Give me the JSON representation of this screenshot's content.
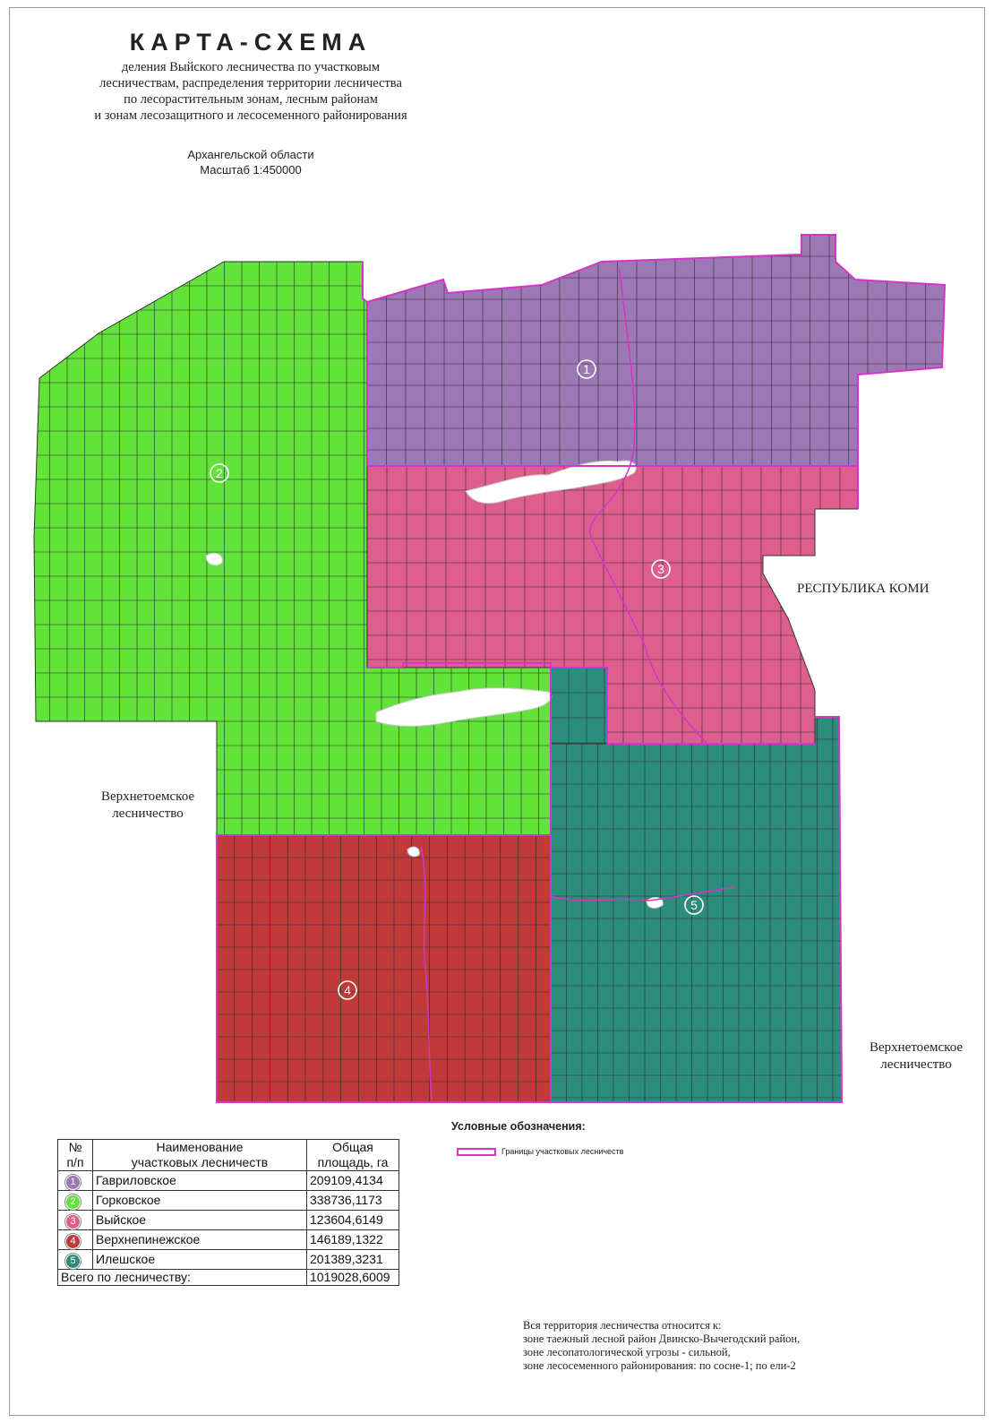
{
  "title": "КАРТА-СХЕМА",
  "subtitle_lines": [
    "деления Выйского лесничества по участковым",
    "лесничествам, распределения территории лесничества",
    "по лесорастительным зонам, лесным районам",
    "и зонам лесозащитного и лесосеменного районирования"
  ],
  "region": "Архангельской области",
  "scale": "Масштаб 1:450000",
  "labels": {
    "komi": "РЕСПУБЛИКА КОМИ",
    "west_1": "Верхнетоемское",
    "west_2": "лесничество",
    "east_1": "Верхнетоемское",
    "east_2": "лесничество"
  },
  "districts": [
    {
      "id": "1",
      "name": "Гавриловское",
      "area": "209109,4134",
      "color": "#9c79b5",
      "label_pos": "1"
    },
    {
      "id": "2",
      "name": "Горковское",
      "area": "338736,1173",
      "color": "#63e33a",
      "label_pos": "2"
    },
    {
      "id": "3",
      "name": "Выйское",
      "area": "123604,6149",
      "color": "#de5e8d",
      "label_pos": "3"
    },
    {
      "id": "4",
      "name": "Верхнепинежское",
      "area": "146189,1322",
      "color": "#c13a3a",
      "label_pos": "4"
    },
    {
      "id": "5",
      "name": "Илешское",
      "area": "201389,3231",
      "color": "#2d8d7c",
      "label_pos": "5"
    }
  ],
  "table": {
    "col_num_1": "№",
    "col_num_2": "п/п",
    "col_name_1": "Наименование",
    "col_name_2": "участковых лесничеств",
    "col_area_1": "Общая",
    "col_area_2": "площадь, га",
    "total_label": "Всего по лесничеству:",
    "total_value": "1019028,6009"
  },
  "legend": {
    "title": "Условные обозначения:",
    "boundary_label": "Границы участковых лесничеств",
    "boundary_color": "#d633c8"
  },
  "note_lines": [
    "Вся территория лесничества относится к:",
    "зоне таежный лесной район Двинско-Вычегодский район,",
    "зоне лесопатологической угрозы - сильной,",
    "зоне лесосеменного районирования: по сосне-1; по ели-2"
  ]
}
